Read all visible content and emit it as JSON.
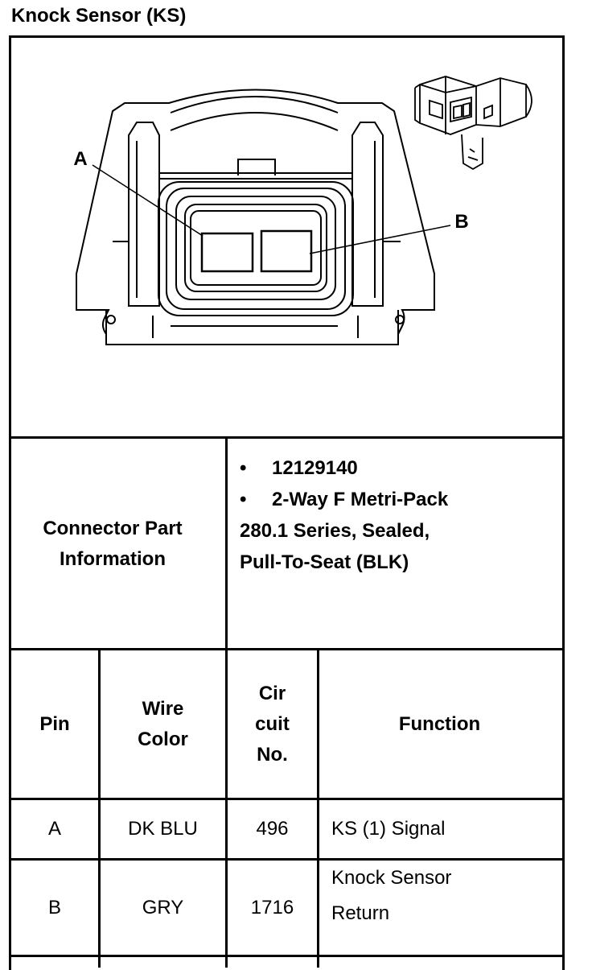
{
  "title": "Knock Sensor (KS)",
  "diagram": {
    "callouts": [
      "A",
      "B"
    ]
  },
  "part_info": {
    "label_line1": "Connector Part",
    "label_line2": "Information",
    "bullet": "•",
    "part_number": "12129140",
    "desc_line1": "2-Way F Metri-Pack",
    "desc_line2": "280.1 Series, Sealed,",
    "desc_line3": "Pull-To-Seat (BLK)"
  },
  "table": {
    "headers": {
      "pin": "Pin",
      "wire_color_1": "Wire",
      "wire_color_2": "Color",
      "circuit_1": "Cir",
      "circuit_2": "cuit",
      "circuit_3": "No.",
      "function": "Function"
    },
    "rows": [
      {
        "pin": "A",
        "wire_color": "DK BLU",
        "circuit": "496",
        "function_1": "KS (1) Signal",
        "function_2": ""
      },
      {
        "pin": "B",
        "wire_color": "GRY",
        "circuit": "1716",
        "function_1": "Knock Sensor",
        "function_2": "Return"
      }
    ]
  }
}
